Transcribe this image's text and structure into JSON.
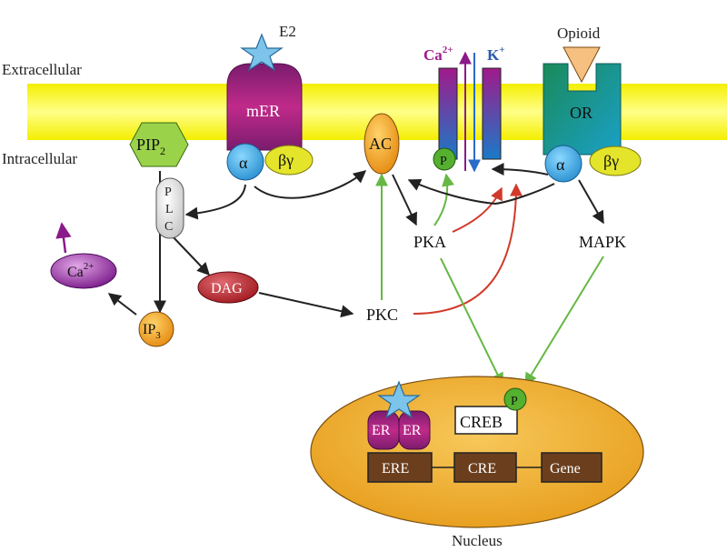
{
  "regions": {
    "extracellular": "Extracellular",
    "intracellular": "Intracellular",
    "nucleus": "Nucleus"
  },
  "ligands": {
    "e2": "E2",
    "opioid": "Opioid"
  },
  "receptors": {
    "mer": "mER",
    "or": "OR",
    "alpha": "α",
    "beta_gamma": "βγ"
  },
  "channels": {
    "ca_base": "Ca",
    "ca_sup": "2+",
    "k_base": "K",
    "k_sup": "+",
    "p": "P"
  },
  "molecules": {
    "pip_base": "PIP",
    "pip_sub": "2",
    "plc": [
      "P",
      "L",
      "C"
    ],
    "dag": "DAG",
    "ip_base": "IP",
    "ip_sub": "3",
    "ca_base": "Ca",
    "ca_sup": "2+",
    "ac": "AC",
    "pka": "PKA",
    "pkc": "PKC",
    "mapk": "MAPK"
  },
  "nucleus": {
    "er_left": "ER",
    "er_right": "ER",
    "creb": "CREB",
    "p": "P",
    "ere": "ERE",
    "cre": "CRE",
    "gene": "Gene"
  },
  "colors": {
    "membrane": "#ffff66",
    "membrane_edge": "#dccc00",
    "mer": "#a01a70",
    "or": "#1a9a9a",
    "alpha": "#3ab0e6",
    "beta_gamma": "#e4e42a",
    "pip2": "#9ad24a",
    "ac": "#f5a020",
    "dag": "#c02530",
    "ca": "#8a2a9a",
    "ip3": "#f5a020",
    "p": "#55b030",
    "nucleus": "#f2b53a",
    "box": "#6b3f1e",
    "arrow_black": "#222222",
    "arrow_green": "#66b845",
    "arrow_red": "#d03a2a",
    "star": "#7cc4ea"
  }
}
